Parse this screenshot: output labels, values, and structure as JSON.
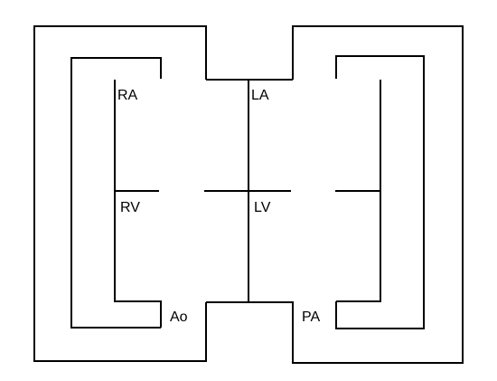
{
  "diagram": {
    "labels": {
      "ra": "RA",
      "la": "LA",
      "rv": "RV",
      "lv": "LV",
      "ao": "Ao",
      "pa": "PA"
    },
    "stroke_color": "#000000",
    "background_color": "#ffffff"
  }
}
